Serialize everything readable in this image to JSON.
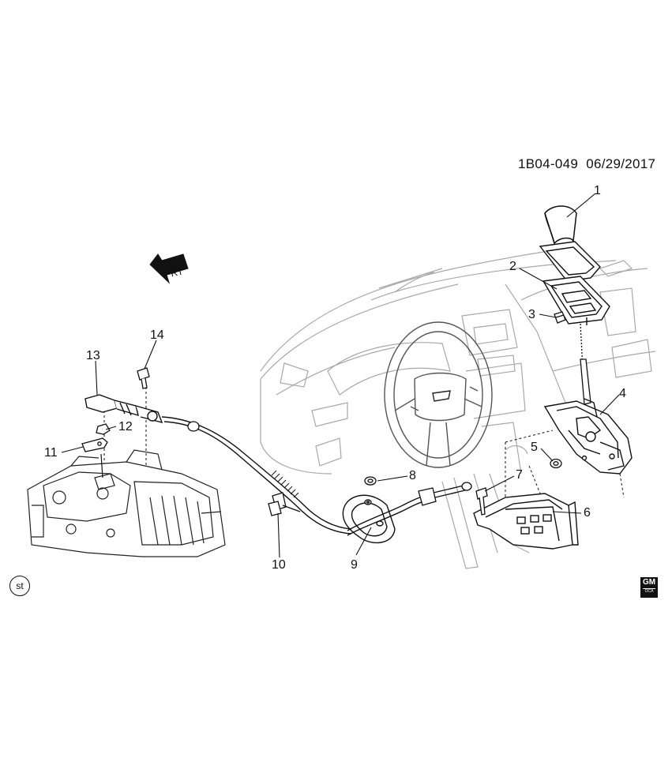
{
  "document": {
    "code": "1B04-049",
    "date": "06/29/2017"
  },
  "orientation": {
    "label": "FRT",
    "icon": "forward-arrow-icon"
  },
  "callouts": [
    {
      "id": "1",
      "label": "1"
    },
    {
      "id": "2",
      "label": "2"
    },
    {
      "id": "3",
      "label": "3"
    },
    {
      "id": "4",
      "label": "4"
    },
    {
      "id": "5",
      "label": "5"
    },
    {
      "id": "6",
      "label": "6"
    },
    {
      "id": "7",
      "label": "7"
    },
    {
      "id": "8",
      "label": "8"
    },
    {
      "id": "9",
      "label": "9"
    },
    {
      "id": "10",
      "label": "10"
    },
    {
      "id": "11",
      "label": "11"
    },
    {
      "id": "12",
      "label": "12"
    },
    {
      "id": "13",
      "label": "13"
    },
    {
      "id": "14",
      "label": "14"
    }
  ],
  "badge": {
    "text": "st"
  },
  "logo": {
    "text": "GM",
    "sub": "OCA"
  },
  "colors": {
    "line": "#111111",
    "light_line": "#9a9a9a",
    "background": "#ffffff"
  }
}
